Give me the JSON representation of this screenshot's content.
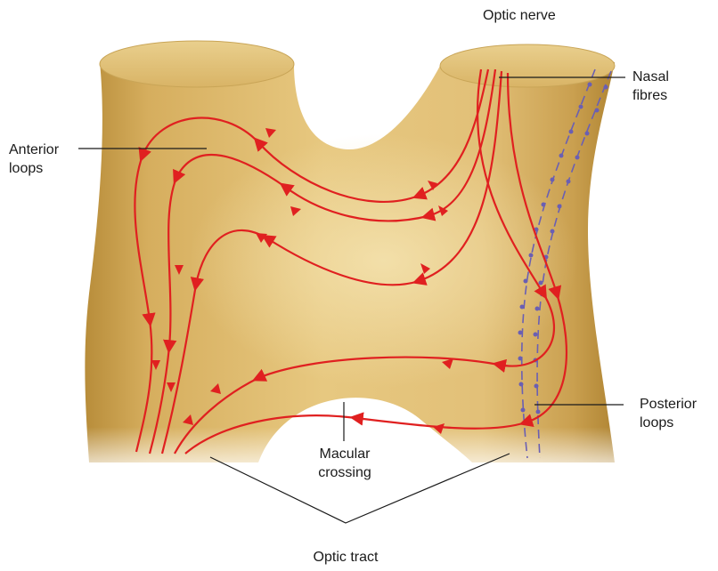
{
  "labels": {
    "optic_nerve": "Optic nerve",
    "nasal_fibres": [
      "Nasal",
      "fibres"
    ],
    "anterior_loops": [
      "Anterior",
      "loops"
    ],
    "posterior_loops": [
      "Posterior",
      "loops"
    ],
    "macular_crossing": [
      "Macular",
      "crossing"
    ],
    "optic_tract": "Optic tract"
  },
  "colors": {
    "tissue": "#d8b163",
    "tissue_shadow": "#a9822f",
    "tissue_highlight": "#f1dca4",
    "fibres": "#e02020",
    "temporal_fibres": "#6a5fb3",
    "leader_lines": "#1a1a1a"
  }
}
